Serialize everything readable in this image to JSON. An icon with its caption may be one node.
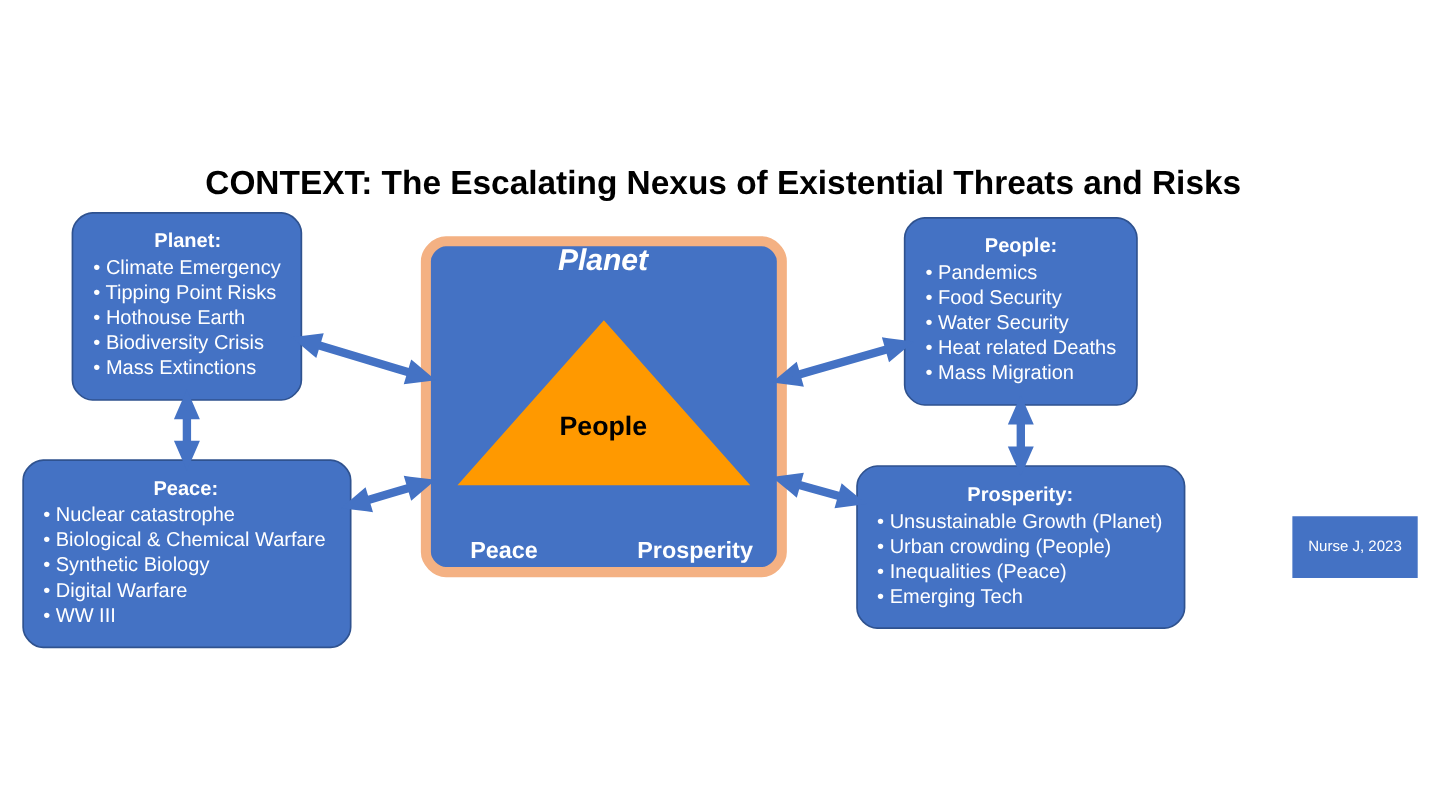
{
  "diagram": {
    "title": "CONTEXT: The Escalating Nexus of Existential Threats and Risks",
    "nodes": [
      {
        "text": [
          "Planet:",
          "• Climate Emergency",
          "• Tipping Point Risks",
          "• Hothouse Earth",
          "• Biodiversity Crisis",
          "• Mass Extinctions"
        ]
      },
      {
        "text": [
          "People:",
          "• Pandemics",
          "• Food Security",
          "• Water Security",
          "• Heat related Deaths",
          "• Mass Migration"
        ]
      },
      {
        "text": [
          "Planet"
        ]
      },
      {
        "text": [
          "People"
        ],
        "in": 2,
        "beside": [
          "Peace",
          "Prosperity"
        ]
      },
      {
        "text": [
          "Peace:",
          "• Nuclear catastrophe",
          "• Biological & Chemical Warfare",
          "• Synthetic Biology",
          "• Digital Warfare",
          "• WW III"
        ]
      },
      {
        "text": [
          "Prosperity:",
          "• Unsustainable Growth (Planet)",
          "• Urban crowding (People)",
          "• Inequalities (Peace)",
          "• Emerging Tech"
        ]
      }
    ],
    "edges": [
      {
        "from": 0,
        "to": 2,
        "arrow": "both"
      },
      {
        "from": 2,
        "to": 1,
        "arrow": "both"
      },
      {
        "from": 0,
        "to": 4,
        "arrow": "both"
      },
      {
        "from": 1,
        "to": 5,
        "arrow": "both"
      },
      {
        "from": 4,
        "to": 2,
        "arrow": "both"
      },
      {
        "from": 2,
        "to": 5,
        "arrow": "both"
      }
    ],
    "labels": [
      "Nurse J, 2023"
    ]
  }
}
